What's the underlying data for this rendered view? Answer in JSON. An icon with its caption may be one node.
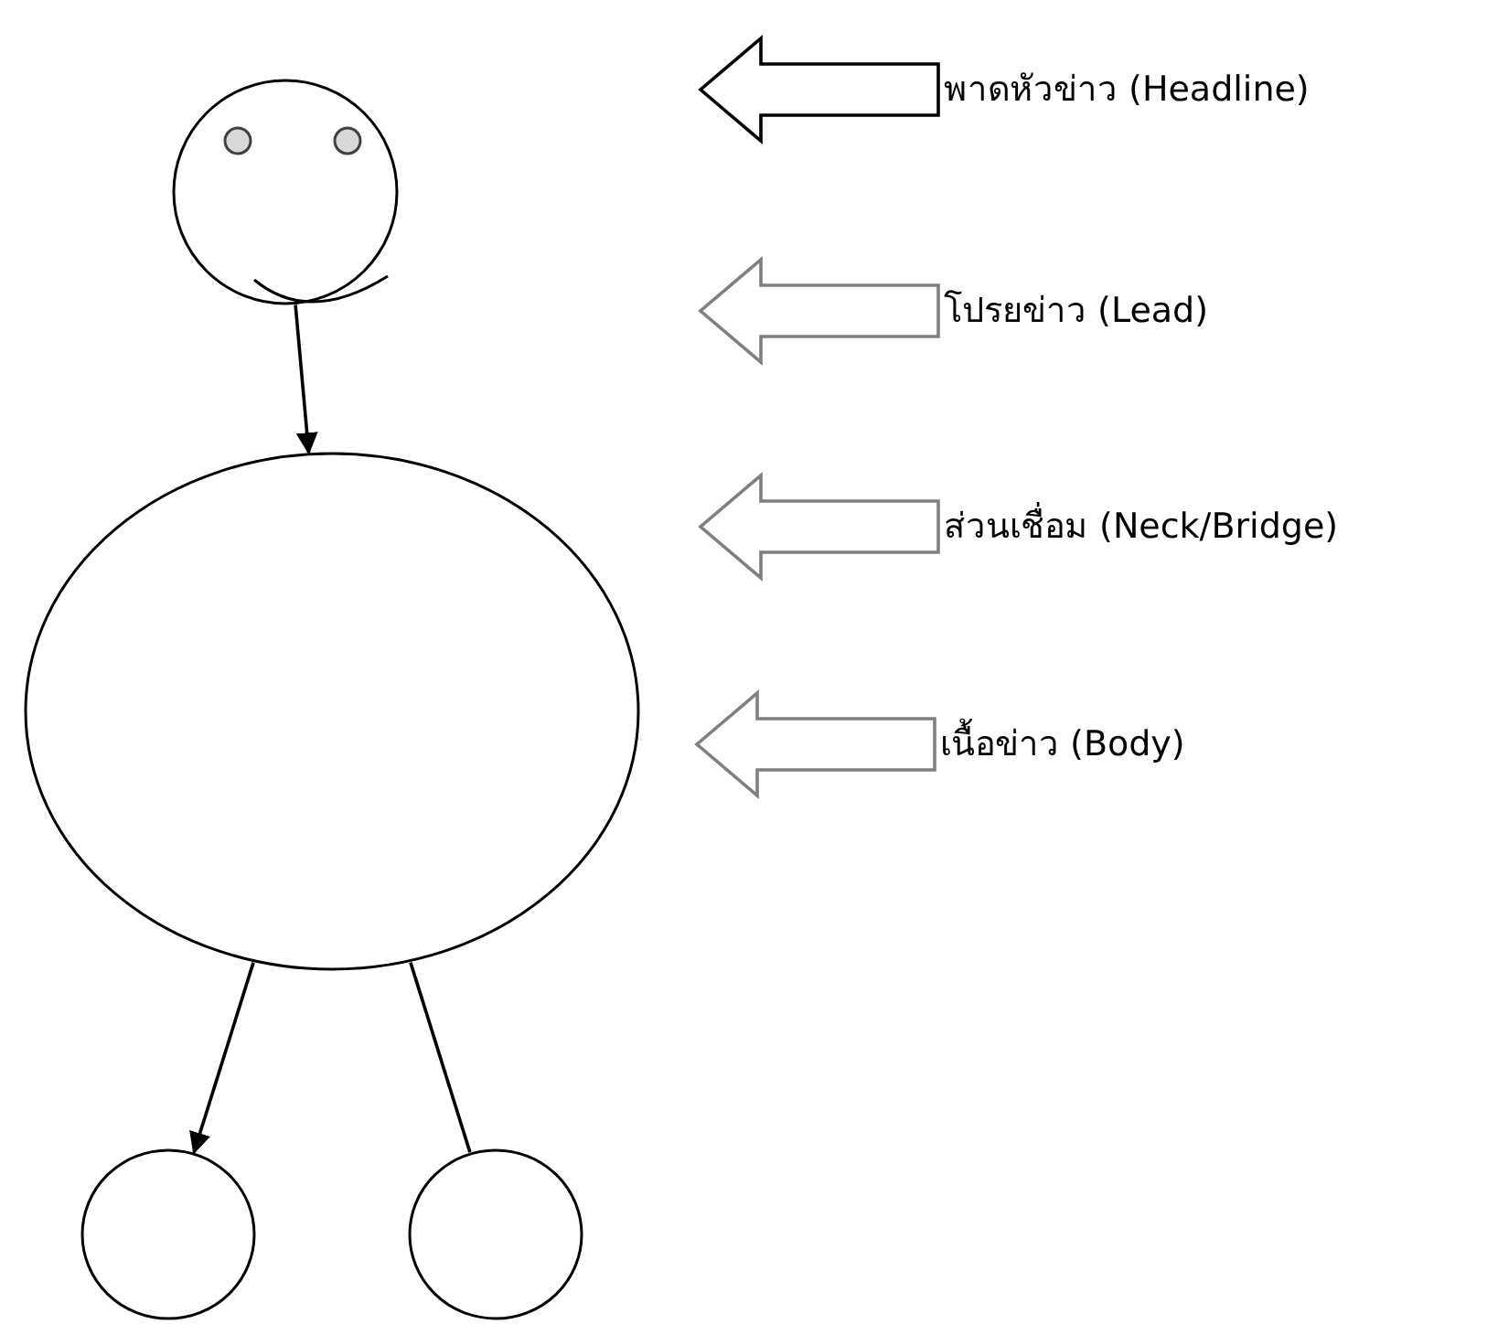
{
  "diagram": {
    "nodes": [
      {
        "text": [],
        "shape": "circle"
      },
      {
        "text": [],
        "shape": "circle"
      },
      {
        "text": [],
        "shape": "circle"
      },
      {
        "text": [],
        "shape": "circle"
      },
      {
        "text": [
          "พาดหัวข่าว (Headline)"
        ]
      },
      {
        "text": [
          "โปรยข่าว (Lead)"
        ]
      },
      {
        "text": [
          "ส่วนเชื่อม (Neck/Bridge)"
        ]
      },
      {
        "text": [
          "เนื้อข่าว (Body)"
        ]
      }
    ],
    "edges": [
      {
        "from": 0,
        "to": 1,
        "arrow": "to"
      },
      {
        "from": 1,
        "to": 2,
        "arrow": "to"
      },
      {
        "from": 1,
        "to": 3,
        "arrow": "none"
      },
      {
        "from": 4,
        "to": null,
        "arrow": "to"
      },
      {
        "from": 5,
        "to": null,
        "arrow": "to",
        "color": "#7f7f7f"
      },
      {
        "from": 6,
        "to": null,
        "arrow": "to",
        "color": "#7f7f7f"
      },
      {
        "from": 7,
        "to": null,
        "arrow": "to",
        "color": "#7f7f7f"
      }
    ]
  }
}
